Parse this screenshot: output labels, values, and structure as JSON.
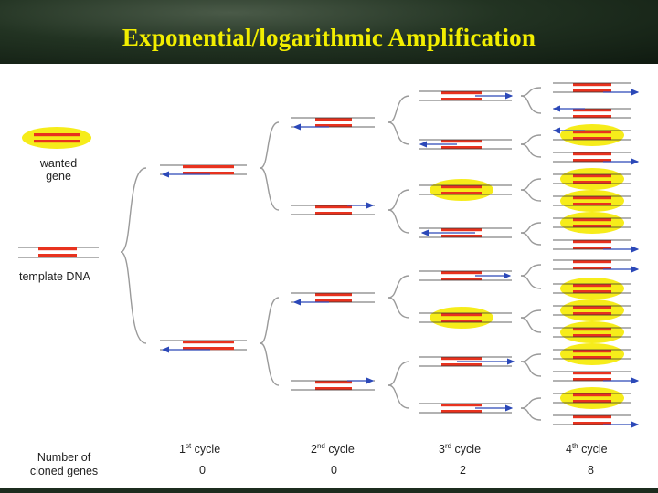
{
  "header": {
    "title": "Exponential/logarithmic Amplification"
  },
  "legend": {
    "wanted_gene": "wanted\ngene",
    "template": "template DNA"
  },
  "footer": {
    "count_label": "Number of\ncloned genes",
    "cycles": [
      {
        "num": "1",
        "sup": "st",
        "word": " cycle",
        "count": "0"
      },
      {
        "num": "2",
        "sup": "nd",
        "word": " cycle",
        "count": "0"
      },
      {
        "num": "3",
        "sup": "rd",
        "word": " cycle",
        "count": "2"
      },
      {
        "num": "4",
        "sup": "th",
        "word": " cycle",
        "count": "8"
      }
    ]
  },
  "colors": {
    "title": "#f2ee00",
    "dna_band": "#e8321e",
    "new_strand": "#2b48b8",
    "highlight": "#f6ec1a",
    "branch_line": "#9a9a9a"
  },
  "icons": [
    "arrowhead-icon"
  ]
}
